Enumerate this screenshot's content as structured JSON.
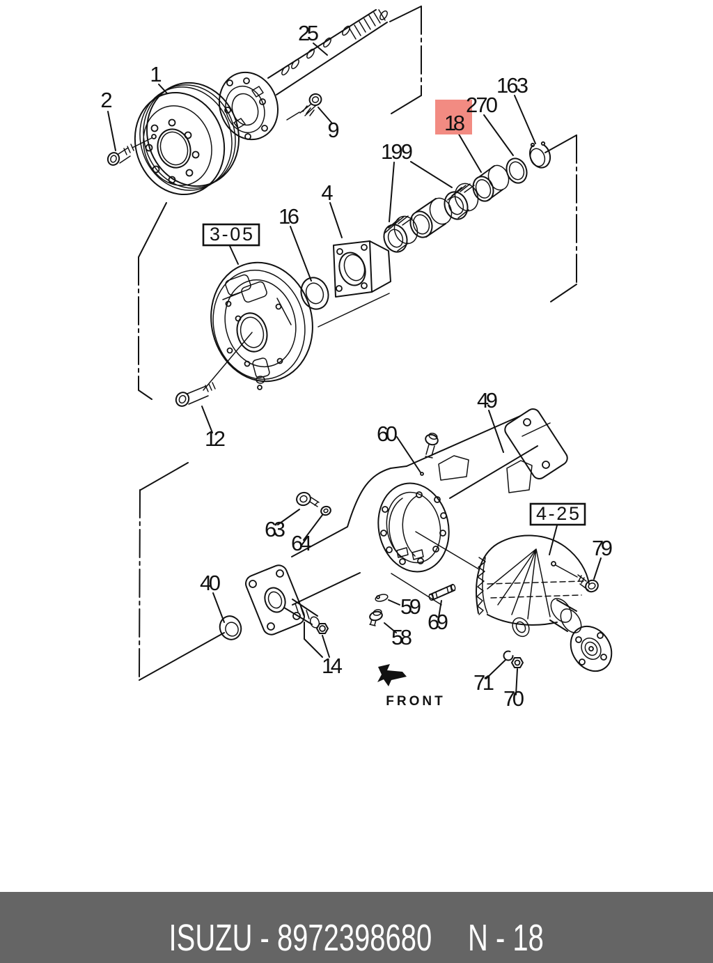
{
  "diagram": {
    "front_label": "FRONT",
    "highlight": {
      "color": "#f28b82",
      "text_color": "#8a3a34"
    },
    "boxed_labels": [
      {
        "text": "3-05"
      },
      {
        "text": "4-25"
      }
    ],
    "part_labels": [
      {
        "text": "25"
      },
      {
        "text": "1"
      },
      {
        "text": "2"
      },
      {
        "text": "9"
      },
      {
        "text": "163"
      },
      {
        "text": "270"
      },
      {
        "text": "18",
        "highlighted": true
      },
      {
        "text": "199"
      },
      {
        "text": "4"
      },
      {
        "text": "16"
      },
      {
        "text": "12"
      },
      {
        "text": "49"
      },
      {
        "text": "60"
      },
      {
        "text": "63"
      },
      {
        "text": "64"
      },
      {
        "text": "40"
      },
      {
        "text": "14"
      },
      {
        "text": "59"
      },
      {
        "text": "69"
      },
      {
        "text": "58"
      },
      {
        "text": "79"
      },
      {
        "text": "71"
      },
      {
        "text": "70"
      }
    ]
  },
  "footer": {
    "left_text": "ISUZU - 8972398680",
    "right_text": "N - 18",
    "bar_color": "#656565",
    "text_color": "#ffffff"
  }
}
